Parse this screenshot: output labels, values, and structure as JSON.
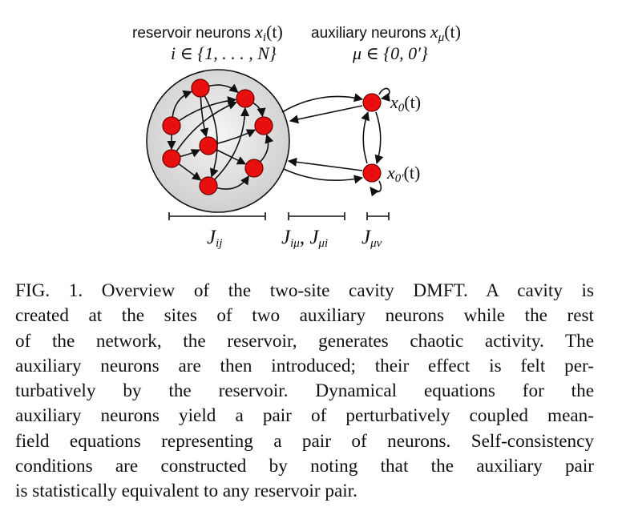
{
  "figure": {
    "header": {
      "reservoir_label": "reservoir neurons",
      "reservoir_var": "x",
      "reservoir_var_sub": "i",
      "reservoir_var_arg": "(t)",
      "reservoir_index": "i ∈ {1, . . . , N}",
      "auxiliary_label": "auxiliary neurons",
      "auxiliary_var": "x",
      "auxiliary_var_sub": "μ",
      "auxiliary_var_arg": "(t)",
      "auxiliary_index": "μ ∈ {0, 0′}"
    },
    "reservoir": {
      "nodes": [
        "n1",
        "n2",
        "n3",
        "n4",
        "n5",
        "n6",
        "n7",
        "n8"
      ],
      "edges": [
        [
          "n3",
          "n1"
        ],
        [
          "n1",
          "n2"
        ],
        [
          "n3",
          "n2"
        ],
        [
          "n3",
          "n6"
        ],
        [
          "n1",
          "n5"
        ],
        [
          "n1",
          "n8"
        ],
        [
          "n6",
          "n5"
        ],
        [
          "n6",
          "n8"
        ],
        [
          "n6",
          "n2"
        ],
        [
          "n5",
          "n4"
        ],
        [
          "n5",
          "n7"
        ],
        [
          "n2",
          "n4"
        ],
        [
          "n8",
          "n2"
        ],
        [
          "n8",
          "n7"
        ],
        [
          "n7",
          "n4"
        ]
      ]
    },
    "auxiliary": {
      "nodes": [
        {
          "id": "x0",
          "var": "x",
          "sub": "0",
          "arg": "(t)"
        },
        {
          "id": "x0p",
          "var": "x",
          "sub": "0′",
          "arg": "(t)"
        }
      ]
    },
    "scale_bars": [
      {
        "id": "Jij",
        "label_main": "J",
        "label_sub": "ij"
      },
      {
        "id": "Jimu",
        "label_main": "J",
        "label_sub": "iμ",
        "label2_main": "J",
        "label2_sub": "μi"
      },
      {
        "id": "Jmunu",
        "label_main": "J",
        "label_sub": "μν"
      }
    ],
    "colors": {
      "node_fill": "#e8100f",
      "node_stroke": "#6b0000",
      "reservoir_fill_center": "#f4f4f4",
      "reservoir_fill_edge": "#d2d2d2",
      "stroke": "#111111"
    }
  },
  "caption": {
    "lines": [
      "FIG. 1.  Overview of the two-site cavity DMFT. A cavity is",
      "created at the sites of two auxiliary neurons while the rest",
      "of the network, the reservoir, generates chaotic activity. The",
      "auxiliary neurons are then introduced; their effect is felt per-",
      "turbatively by the reservoir.  Dynamical equations for the",
      "auxiliary neurons yield a pair of perturbatively coupled mean-",
      "field equations representing a pair of neurons. Self-consistency",
      "conditions are constructed by noting that the auxiliary pair",
      "is statistically equivalent to any reservoir pair."
    ]
  }
}
